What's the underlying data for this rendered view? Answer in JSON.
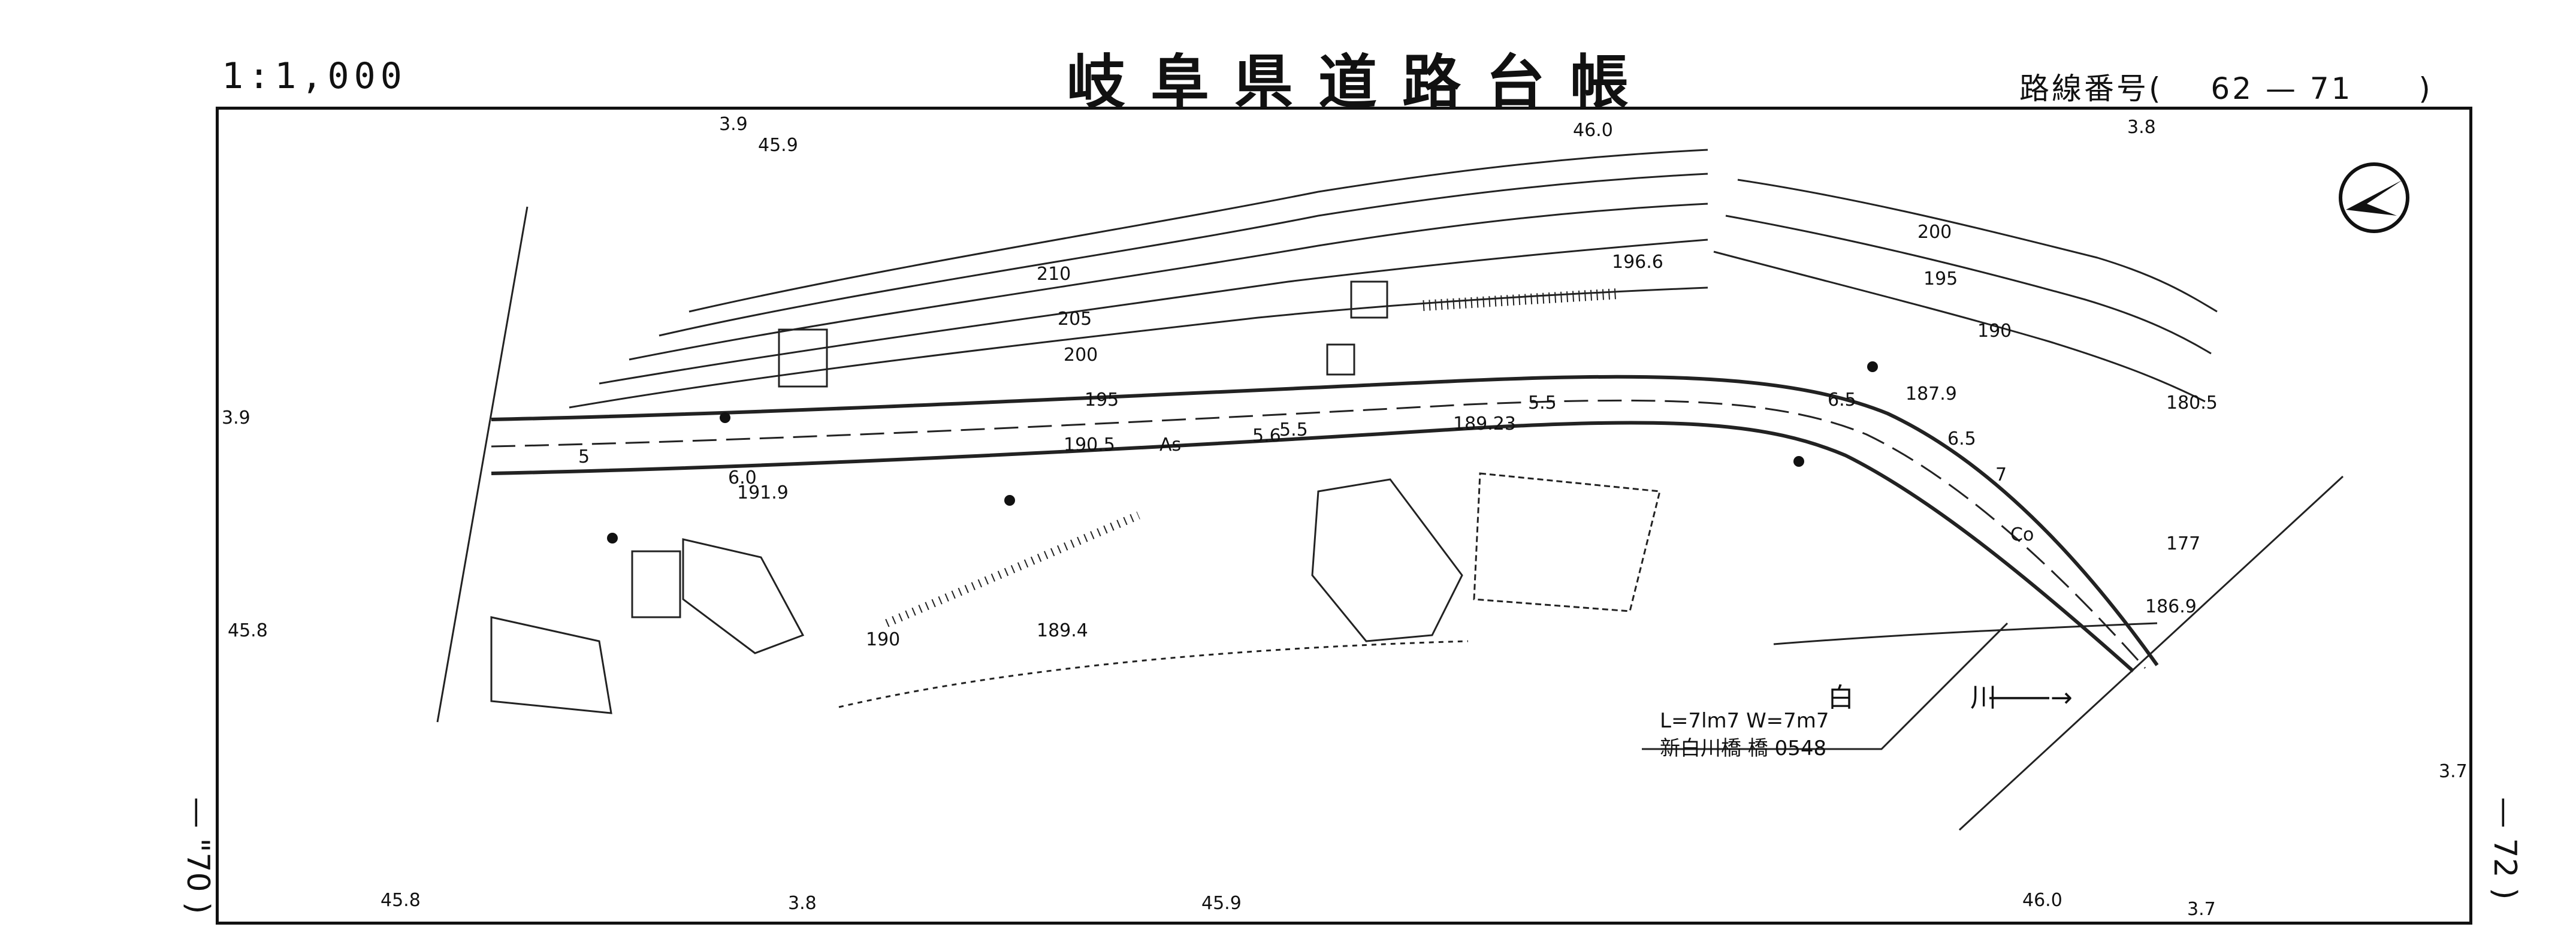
{
  "header": {
    "scale": "1:1,000",
    "title": "岐阜県道路台帳",
    "route_prefix": "路線番号(",
    "route_number": "62 — 71",
    "route_suffix": ")"
  },
  "sheet_edges": {
    "left": "— \"70 )",
    "right": "— 72 )"
  },
  "coordinate_labels": {
    "top_a": "3.9",
    "top_b": "45.9",
    "top_c": "46.0",
    "top_d": "3.8",
    "left_a": "3.9",
    "left_b": "45.8",
    "right_a": "3.7",
    "bottom_a": "45.8",
    "bottom_b": "3.8",
    "bottom_c": "45.9",
    "bottom_d": "46.0",
    "bottom_e": "3.7"
  },
  "contours": [
    "210",
    "205",
    "200",
    "195",
    "200",
    "195",
    "190",
    "190",
    "177"
  ],
  "spot_heights": [
    "196.6",
    "187.9",
    "180.5",
    "190.5",
    "189.23",
    "191.9",
    "189.4",
    "186.9"
  ],
  "road_marks": [
    "As",
    "Co",
    "5",
    "5.5",
    "6.0",
    "5.6",
    "5.5",
    "6.5",
    "6.5",
    "7"
  ],
  "river": {
    "name": "白 川",
    "arrow": "→"
  },
  "bridge": {
    "dims": "L=7lm7 W=7m7",
    "name": "新白川橋 橋 0548"
  },
  "north_arrow": "north-arrow-icon"
}
